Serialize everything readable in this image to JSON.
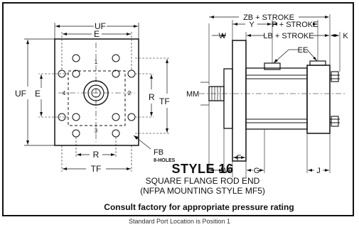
{
  "front_view": {
    "dims": {
      "uf_top": "UF",
      "e_top": "E",
      "uf_left": "UF",
      "e_left": "E",
      "r_right": "R",
      "tf_right": "TF",
      "r_bottom": "R",
      "tf_bottom": "TF"
    },
    "positions": [
      "1",
      "2",
      "3",
      "4"
    ],
    "fb_label": "FB",
    "fb_note": "8-HOLES"
  },
  "side_view": {
    "dims": {
      "zb": "ZB + STROKE",
      "y": "Y",
      "p": "P + STROKE",
      "w": "W",
      "lb": "LB + STROKE",
      "k": "K",
      "ee": "EE",
      "mm": "MM",
      "f": "F",
      "wf": "WF",
      "g": "G",
      "j": "J"
    }
  },
  "title": {
    "style": "STYLE 16",
    "line1": "SQUARE FLANGE ROD END",
    "line2": "(NFPA MOUNTING STYLE MF5)"
  },
  "note": "Consult factory for appropriate pressure rating",
  "caption": "Standard Port Location is Position 1"
}
